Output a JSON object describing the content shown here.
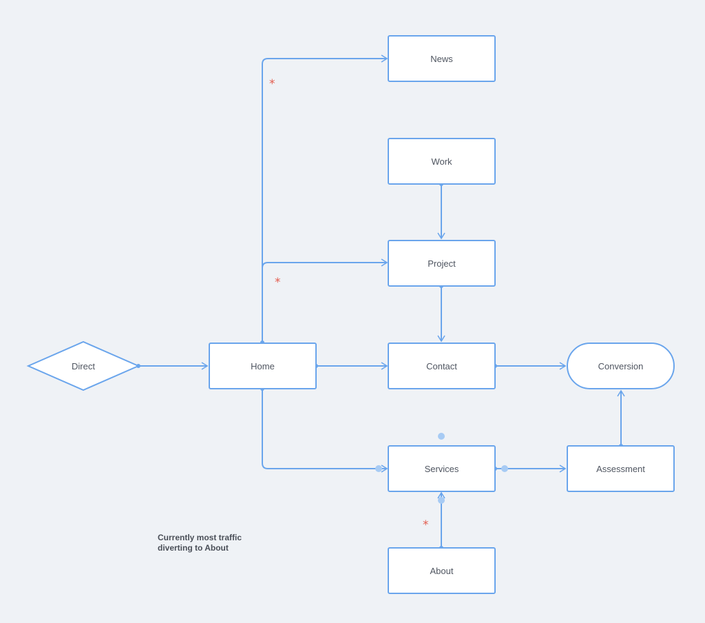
{
  "colors": {
    "background": "#eff2f6",
    "node_border": "#6aa5ec",
    "connector": "#6aa5ec",
    "handle": "#a7cbf4",
    "marker": "#e35d4f",
    "text": "#4f5560"
  },
  "nodes": {
    "news": "News",
    "work": "Work",
    "project": "Project",
    "direct": "Direct",
    "home": "Home",
    "contact": "Contact",
    "conversion": "Conversion",
    "services": "Services",
    "assessment": "Assessment",
    "about": "About"
  },
  "markers": {
    "star": "*"
  },
  "note": {
    "line1": "Currently most traffic",
    "line2": "diverting to About"
  }
}
